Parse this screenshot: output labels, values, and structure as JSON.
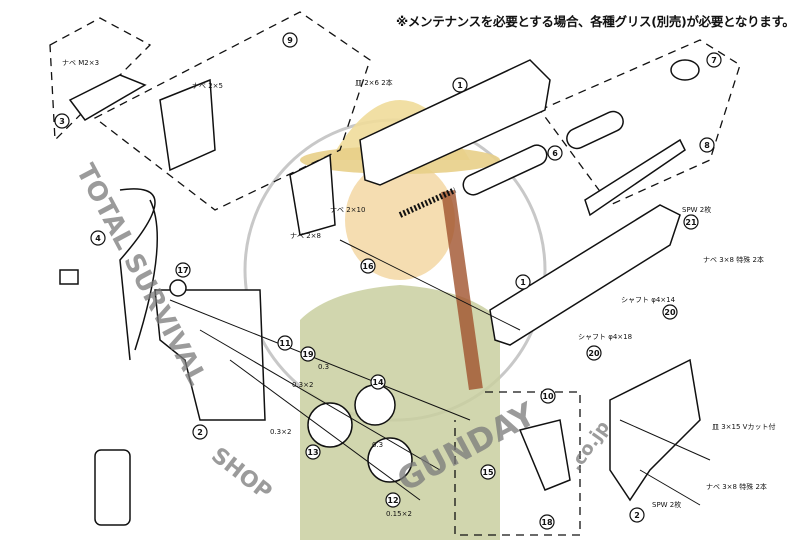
{
  "note": "※メンテナンスを必要とする場合、各種グリス(別売)が必要となります。",
  "watermark": {
    "text_left": "TOTAL SURVIVAL",
    "text_bottom": "SHOP",
    "text_brand": "GUNDAY",
    "text_domain": ".co.jp"
  },
  "callouts": [
    "1",
    "1",
    "2",
    "2",
    "3",
    "4",
    "6",
    "7",
    "8",
    "9",
    "10",
    "11",
    "12",
    "13",
    "14",
    "15",
    "16",
    "17",
    "18",
    "19",
    "20",
    "20",
    "21"
  ],
  "screw_labels": {
    "s_m2x3": "ナベ M2×3",
    "s_2x5": "ナベ 2×5",
    "s_2x6": "皿 2×6 2本",
    "s_2x10": "ナベ 2×10",
    "s_2x8": "ナベ 2×8",
    "s_spw2_top": "SPW 2枚",
    "s_3x8_top": "ナベ 3×8 特殊 2本",
    "shaft_14": "シャフト φ4×14",
    "shaft_18": "シャフト φ4×18",
    "s_3x15": "皿 3×15 Vカット付",
    "s_3x8_bot": "ナベ 3×8 特殊 2本",
    "s_spw2_bot": "SPW 2枚",
    "w03a": "0.3",
    "w03x2a": "0.3×2",
    "w03x2b": "0.3×2",
    "w03b": "0.3",
    "w015x2": "0.15×2"
  }
}
